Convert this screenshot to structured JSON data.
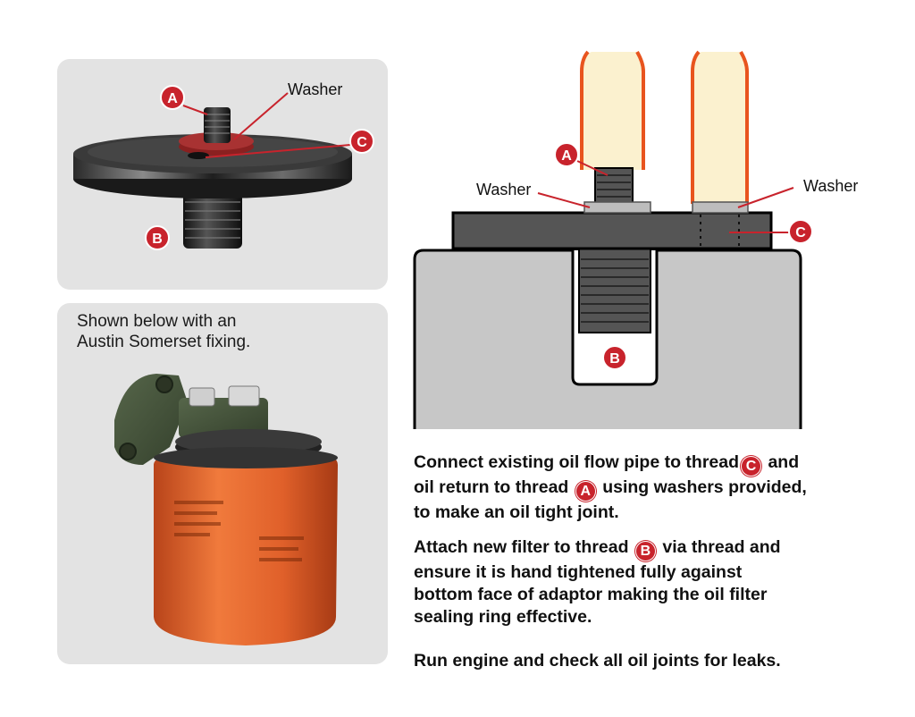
{
  "photo_top": {
    "labels": {
      "a": "A",
      "b": "B",
      "c": "C",
      "washer": "Washer"
    }
  },
  "photo_bottom": {
    "caption_line1": "Shown below with an",
    "caption_line2": "Austin Somerset fixing."
  },
  "diagram": {
    "labels": {
      "a": "A",
      "b": "B",
      "c": "C",
      "washer_left": "Washer",
      "washer_right": "Washer"
    }
  },
  "instructions": {
    "step1": {
      "part1": "Connect existing oil flow pipe to thread",
      "badge1": "C",
      "part2": "and",
      "part3": "oil return to thread",
      "badge2": "A",
      "part4": "using washers provided,",
      "part5": "to make an oil tight joint."
    },
    "step2": {
      "part1": "Attach new filter to thread",
      "badge1": "B",
      "part2": "via thread and",
      "line2": "ensure it is hand tightened fully against",
      "line3": "bottom face of adaptor making the oil filter",
      "line4": "sealing ring effective."
    },
    "step3": "Run engine and check all oil joints for leaks."
  },
  "colors": {
    "badge_red": "#c8232c",
    "pipe_orange": "#e8541e",
    "pipe_cream": "#fbf1cf",
    "filter_orange": "#e7642b"
  }
}
